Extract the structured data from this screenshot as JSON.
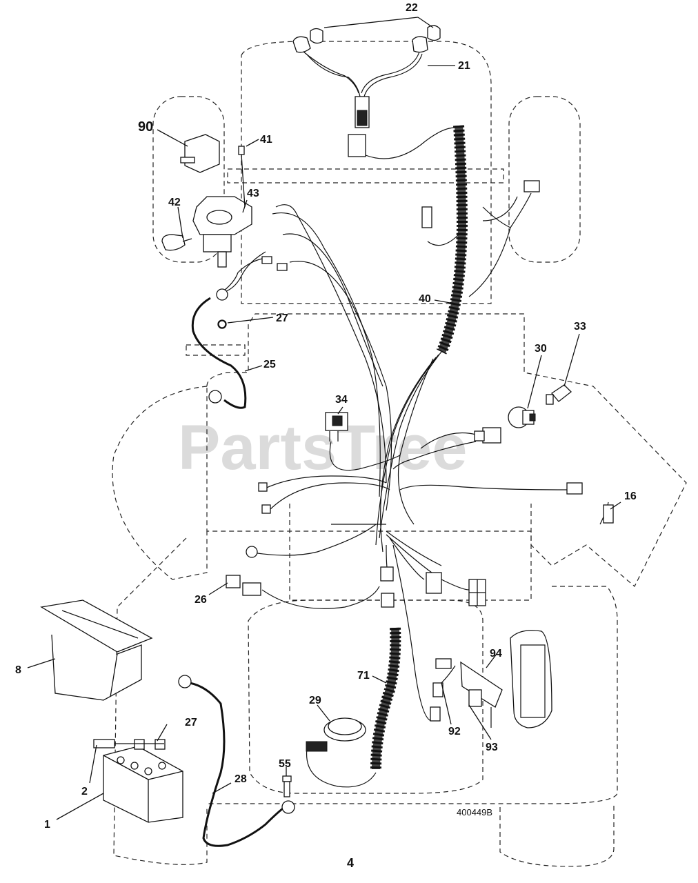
{
  "watermark": "PartsTree",
  "drawing_code": "400449B",
  "page_number": "4",
  "callouts": {
    "c1": "1",
    "c2": "2",
    "c8": "8",
    "c16": "16",
    "c21": "21",
    "c22": "22",
    "c25": "25",
    "c26": "26",
    "c27a": "27",
    "c27b": "27",
    "c28": "28",
    "c29": "29",
    "c30": "30",
    "c33": "33",
    "c34": "34",
    "c40": "40",
    "c41": "41",
    "c42": "42",
    "c43": "43",
    "c55": "55",
    "c71": "71",
    "c90": "90",
    "c92": "92",
    "c93": "93",
    "c94": "94"
  }
}
